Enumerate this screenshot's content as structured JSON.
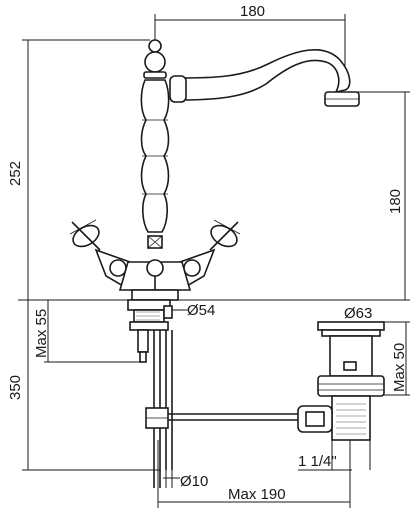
{
  "drawing": {
    "dimensions": {
      "top_width": "180",
      "total_height": "252",
      "spout_height": "180",
      "deck_thickness": "Max 55",
      "below_deck": "350",
      "base_diameter": "Ø54",
      "waste_diameter": "Ø63",
      "waste_height": "Max 50",
      "thread": "1 1/4\"",
      "rod_diameter": "Ø10",
      "max_reach": "Max 190"
    }
  }
}
